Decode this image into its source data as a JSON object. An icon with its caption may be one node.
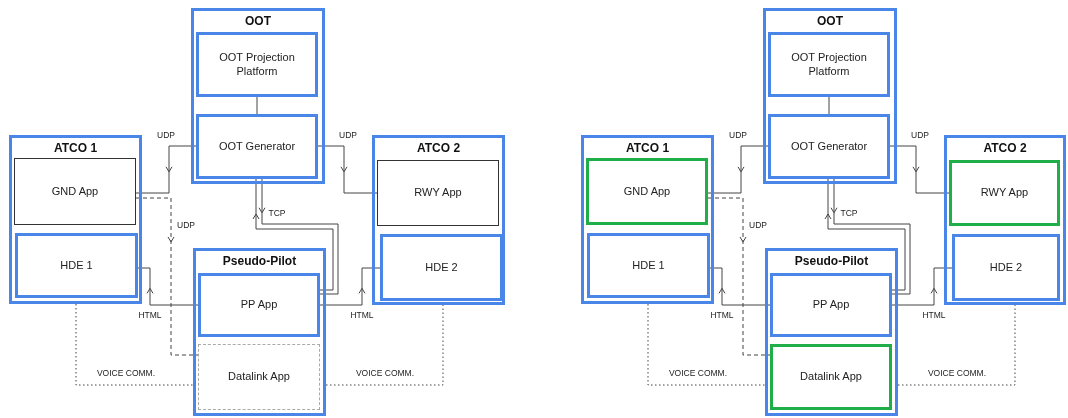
{
  "diagram": {
    "nodes": [
      {
        "text": [
          "OOT"
        ]
      },
      {
        "text": [
          "OOT Projection Platform"
        ],
        "in": 0
      },
      {
        "text": [
          "OOT Generator"
        ],
        "in": 0
      },
      {
        "text": [
          "ATCO 1"
        ]
      },
      {
        "text": [
          "GND App"
        ],
        "in": 3
      },
      {
        "text": [
          "HDE 1"
        ],
        "in": 3
      },
      {
        "text": [
          "ATCO 2"
        ]
      },
      {
        "text": [
          "RWY App"
        ],
        "in": 6
      },
      {
        "text": [
          "HDE 2"
        ],
        "in": 6
      },
      {
        "text": [
          "Pseudo-Pilot"
        ]
      },
      {
        "text": [
          "PP App"
        ],
        "in": 9
      },
      {
        "text": [
          "Datalink App"
        ],
        "in": 9
      },
      {
        "text": [
          "OOT"
        ]
      },
      {
        "text": [
          "OOT Projection Platform"
        ],
        "in": 12
      },
      {
        "text": [
          "OOT Generator"
        ],
        "in": 12
      },
      {
        "text": [
          "ATCO 1"
        ]
      },
      {
        "text": [
          "GND App"
        ],
        "in": 15
      },
      {
        "text": [
          "HDE 1"
        ],
        "in": 15
      },
      {
        "text": [
          "ATCO 2"
        ]
      },
      {
        "text": [
          "RWY App"
        ],
        "in": 18
      },
      {
        "text": [
          "HDE 2"
        ],
        "in": 18
      },
      {
        "text": [
          "Pseudo-Pilot"
        ]
      },
      {
        "text": [
          "PP App"
        ],
        "in": 21
      },
      {
        "text": [
          "Datalink App"
        ],
        "in": 21
      }
    ],
    "edges": [
      {
        "from": 1,
        "to": 2,
        "arrow": "none"
      },
      {
        "from": 2,
        "to": 4,
        "arrow": "to",
        "label": "UDP"
      },
      {
        "from": 2,
        "to": 7,
        "arrow": "to",
        "label": "UDP"
      },
      {
        "from": 2,
        "to": 10,
        "arrow": "to",
        "label": "TCP"
      },
      {
        "from": 10,
        "to": 2,
        "arrow": "to"
      },
      {
        "from": 10,
        "to": 5,
        "arrow": "to",
        "label": "HTML"
      },
      {
        "from": 10,
        "to": 8,
        "arrow": "to",
        "label": "HTML"
      },
      {
        "from": 4,
        "to": 11,
        "arrow": "to",
        "label": "UDP",
        "style": "dashed"
      },
      {
        "from": 3,
        "to": 9,
        "arrow": "none",
        "label": "VOICE COMM.",
        "style": "dashed"
      },
      {
        "from": 9,
        "to": 6,
        "arrow": "none",
        "label": "VOICE COMM.",
        "style": "dashed"
      },
      {
        "from": 13,
        "to": 14,
        "arrow": "none"
      },
      {
        "from": 14,
        "to": 16,
        "arrow": "to",
        "label": "UDP"
      },
      {
        "from": 14,
        "to": 19,
        "arrow": "to",
        "label": "UDP"
      },
      {
        "from": 14,
        "to": 22,
        "arrow": "to",
        "label": "TCP"
      },
      {
        "from": 22,
        "to": 14,
        "arrow": "to"
      },
      {
        "from": 22,
        "to": 17,
        "arrow": "to",
        "label": "HTML"
      },
      {
        "from": 22,
        "to": 20,
        "arrow": "to",
        "label": "HTML"
      },
      {
        "from": 16,
        "to": 23,
        "arrow": "to",
        "label": "UDP",
        "style": "dashed"
      },
      {
        "from": 15,
        "to": 21,
        "arrow": "none",
        "label": "VOICE COMM.",
        "style": "dashed"
      },
      {
        "from": 21,
        "to": 18,
        "arrow": "none",
        "label": "VOICE COMM.",
        "style": "dashed"
      }
    ]
  }
}
